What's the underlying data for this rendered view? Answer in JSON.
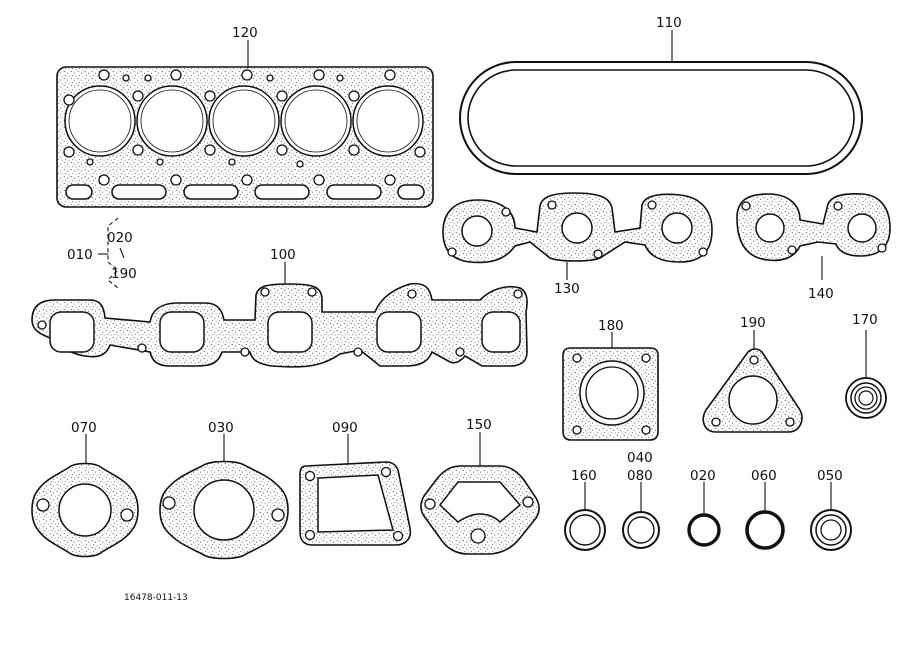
{
  "diagram": {
    "drawing_code": "16478-011-13",
    "labels": {
      "head_gasket": "120",
      "valve_cover_gasket": "110",
      "exhaust_manifold_gasket_130": "130",
      "exhaust_manifold_gasket_140": "140",
      "intake_manifold_gasket": "100",
      "kit_010": "010",
      "kit_020": "020",
      "kit_190": "190",
      "flange_gasket_180": "180",
      "triangle_gasket_190": "190",
      "seal_170": "170",
      "oval_gasket_070": "070",
      "oval_gasket_030": "030",
      "cover_gasket_090": "090",
      "cover_gasket_150": "150",
      "ring_160": "160",
      "ring_040": "040",
      "ring_080": "080",
      "oring_020": "020",
      "oring_060": "060",
      "seal_050": "050"
    }
  }
}
